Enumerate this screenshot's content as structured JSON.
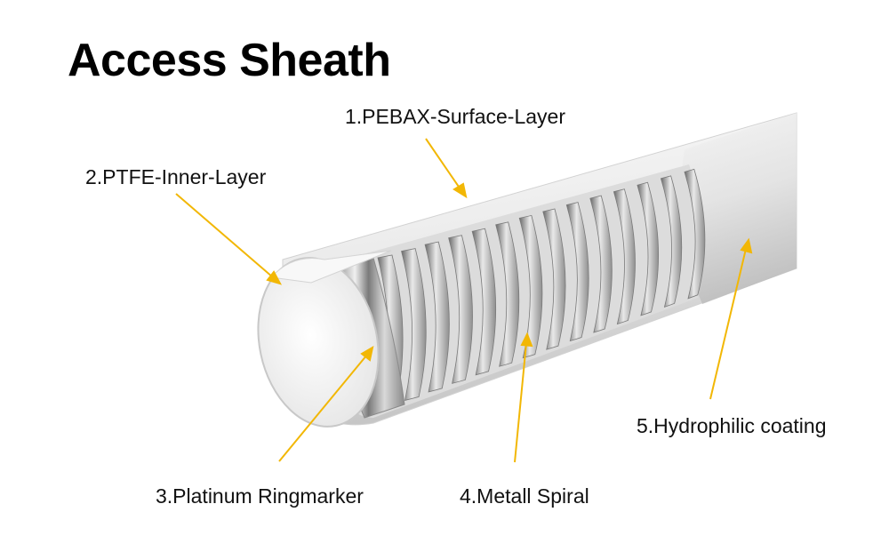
{
  "title": "Access Sheath",
  "labels": [
    {
      "id": "1",
      "text": "1.PEBAX-Surface-Layer"
    },
    {
      "id": "2",
      "text": "2.PTFE-Inner-Layer"
    },
    {
      "id": "3",
      "text": "3.Platinum Ringmarker"
    },
    {
      "id": "4",
      "text": "4.Metall Spiral"
    },
    {
      "id": "5",
      "text": "5.Hydrophilic coating"
    }
  ],
  "colors": {
    "arrow": "#f2b705",
    "sheath_light": "#f1f1f1",
    "sheath_shadow": "#c9c9c9",
    "metal_bright": "#f5f5f5",
    "metal_dark": "#6d6d6d"
  },
  "spiral_turns": 14
}
